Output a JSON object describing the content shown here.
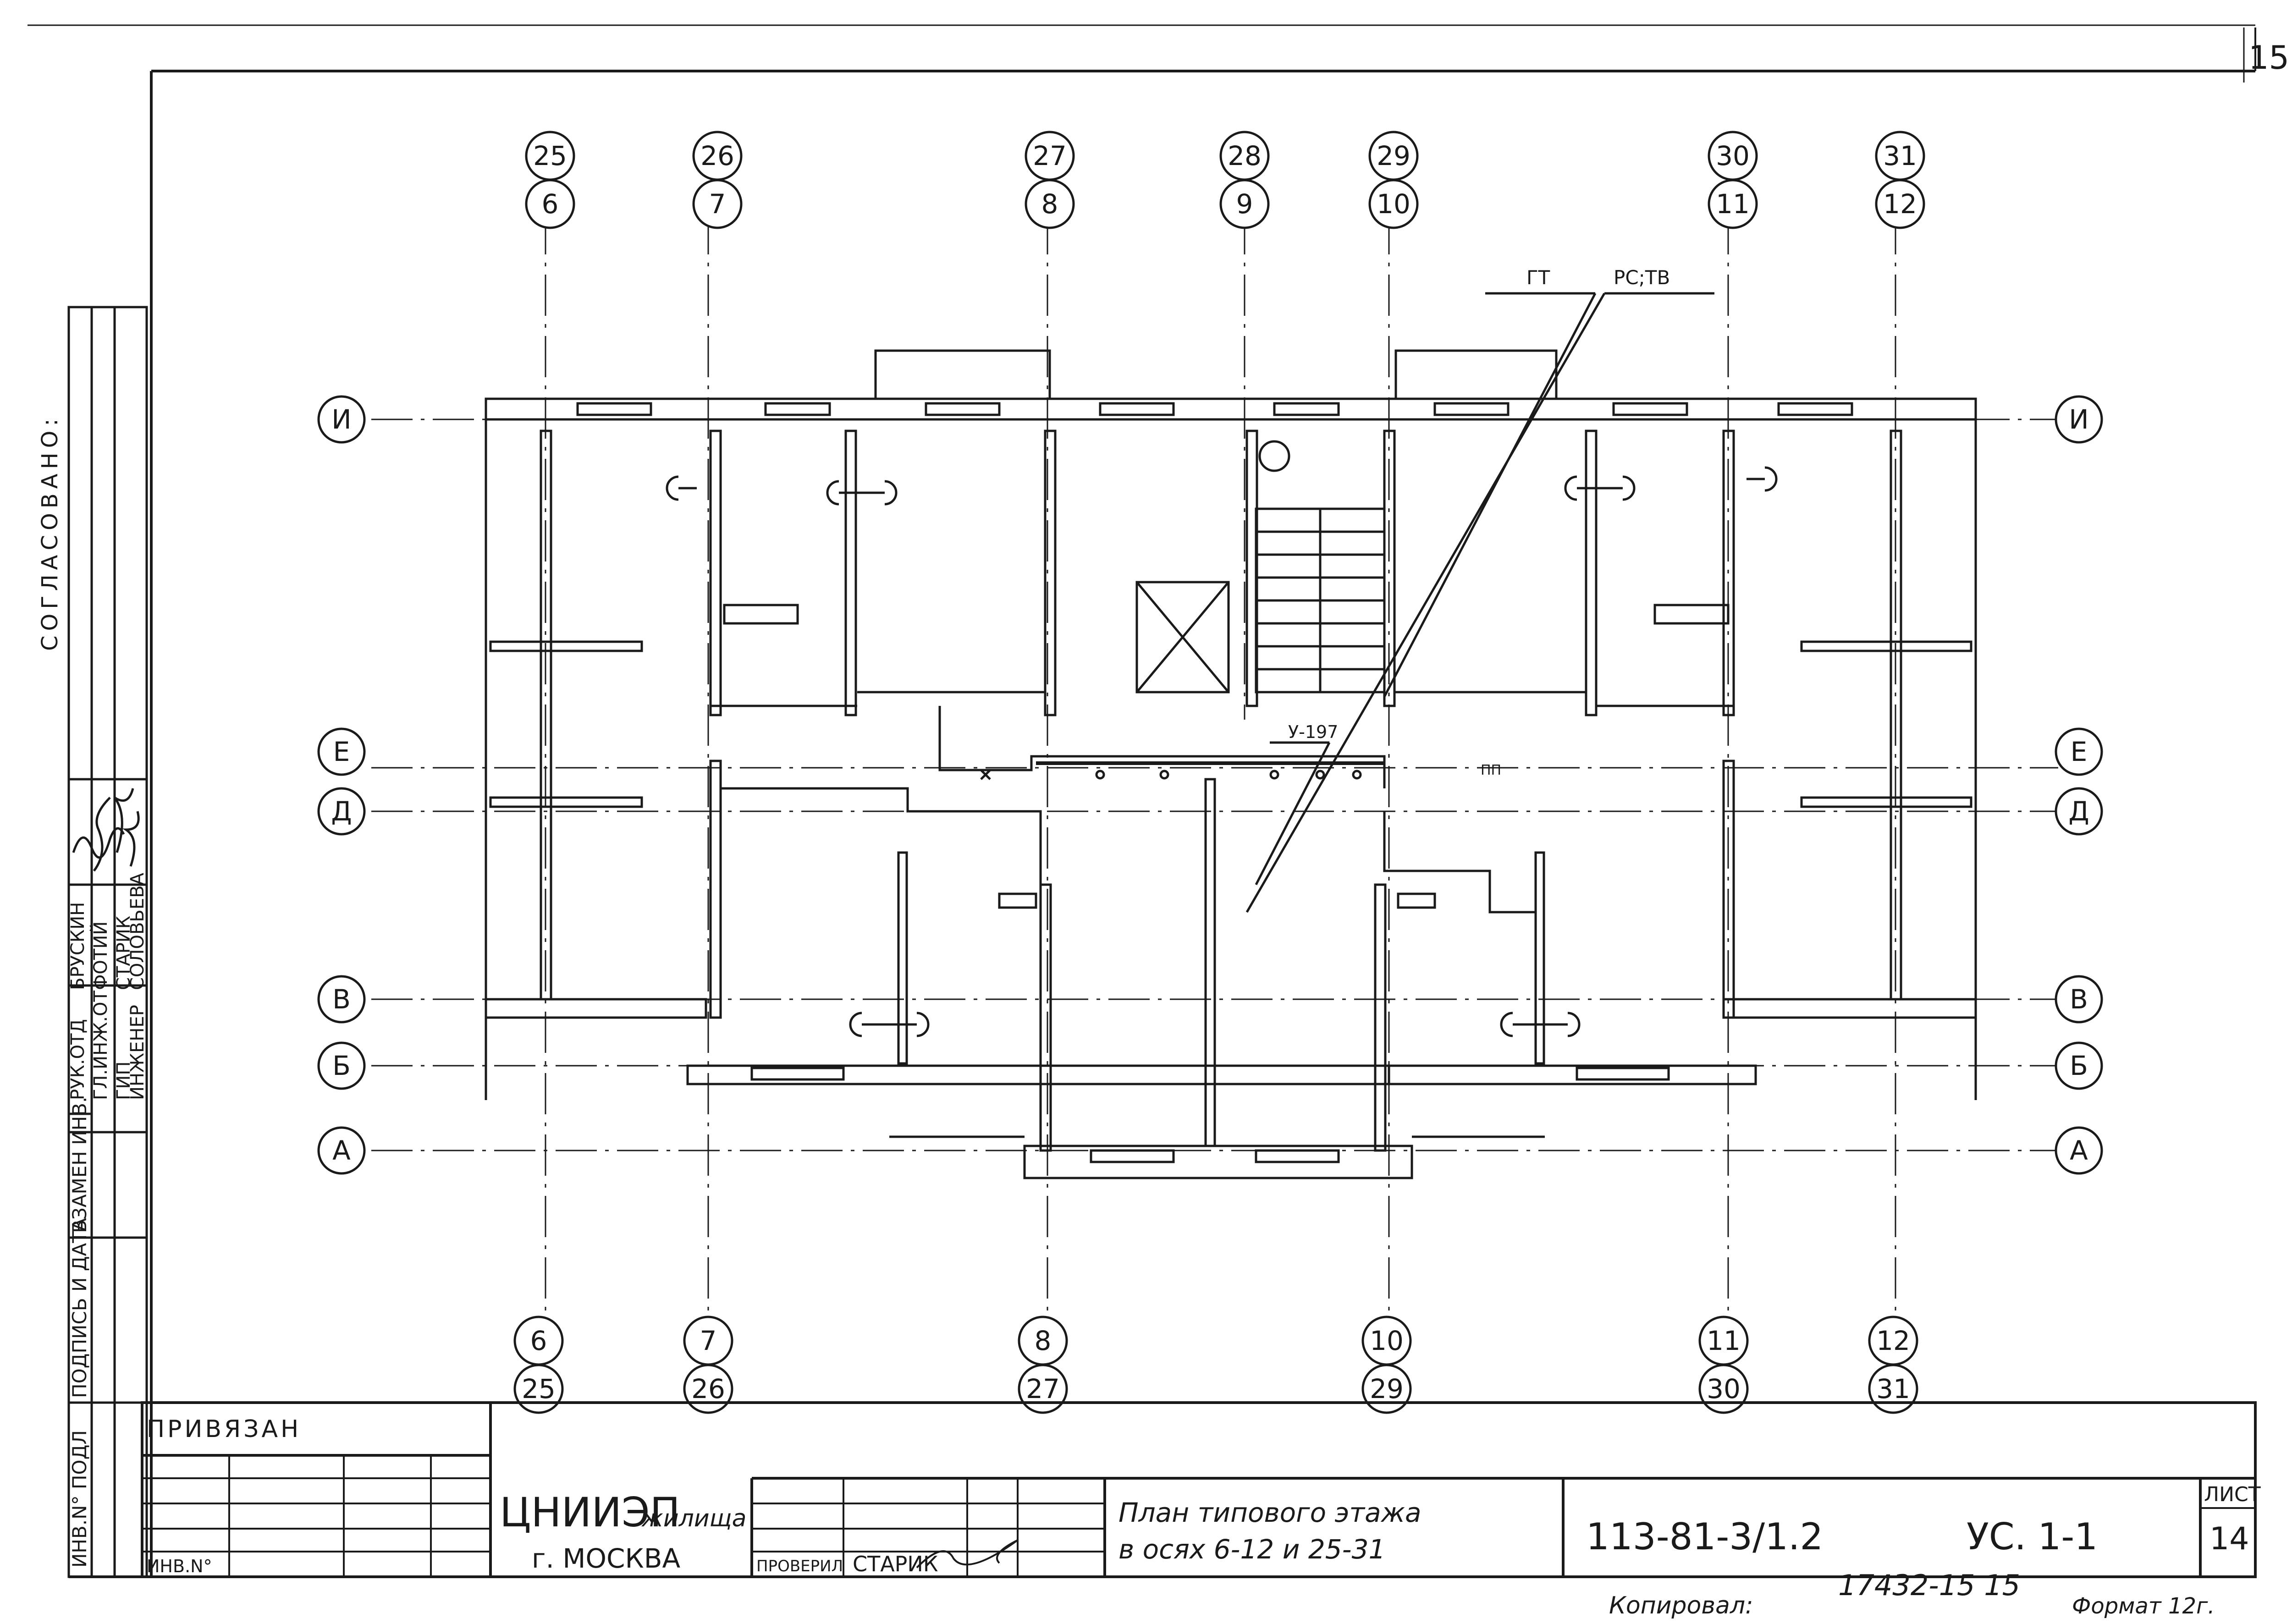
{
  "sheet": {
    "corner_number": "15",
    "approval_label": "СОГЛАСОВАНО:",
    "bound_label": "ПРИВЯЗАН",
    "inv_label": "ИНВ.N°",
    "left_stamp": [
      "ИНВ.N° ПОДЛ",
      "ПОДПИСЬ И ДАТА",
      "ВЗАМЕН ИНВ."
    ],
    "staff": [
      {
        "role": "РУК.ОТД",
        "name": "БРУСКИН"
      },
      {
        "role": "ГЛ.ИНЖ.ОТ",
        "name": "ФОТИЙ"
      },
      {
        "role": "ГИП",
        "name": "СТАРИК"
      },
      {
        "role": "ИНЖЕНЕР",
        "name": "СОЛОВЬЕВА"
      }
    ]
  },
  "plan": {
    "top_axes": [
      {
        "upper": "25",
        "lower": "6"
      },
      {
        "upper": "26",
        "lower": "7"
      },
      {
        "upper": "27",
        "lower": "8"
      },
      {
        "upper": "28",
        "lower": "9"
      },
      {
        "upper": "29",
        "lower": "10"
      },
      {
        "upper": "30",
        "lower": "11"
      },
      {
        "upper": "31",
        "lower": "12"
      }
    ],
    "bottom_axes": [
      {
        "upper": "6",
        "lower": "25"
      },
      {
        "upper": "7",
        "lower": "26"
      },
      {
        "upper": "8",
        "lower": "27"
      },
      {
        "upper": "10",
        "lower": "29"
      },
      {
        "upper": "11",
        "lower": "30"
      },
      {
        "upper": "12",
        "lower": "31"
      }
    ],
    "row_axes": [
      "И",
      "Е",
      "Д",
      "В",
      "Б",
      "А"
    ],
    "labels": {
      "gt": "ГТ",
      "rc": "РС;ТВ",
      "riser": "У-197",
      "pipe": "ПП"
    }
  },
  "title_block": {
    "org_name": "ЦНИИЭП",
    "org_suffix": "жилища",
    "org_city": "г. МОСКВА",
    "checked_label": "ПРОВЕРИЛ",
    "checked_name": "СТАРИК",
    "title_line1": "План типового этажа",
    "title_line2": "в осях 6-12 и 25-31",
    "doc_code": "113-81-3/1.2",
    "doc_mark": "УС. 1-1",
    "sheet_label": "ЛИСТ",
    "sheet_no": "14"
  },
  "footer": {
    "copied": "Копировал:",
    "archive_no": "17432-15  15",
    "format": "Формат 12г."
  }
}
